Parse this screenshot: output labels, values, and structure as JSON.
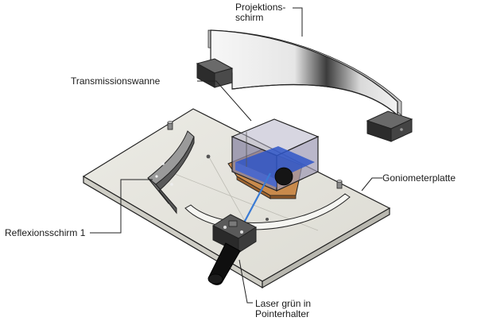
{
  "labels": {
    "projektionsschirm": {
      "line1": "Projektions-",
      "line2": "schirm"
    },
    "transmissionswanne": "Transmissionswanne",
    "goniometerplatte": "Goniometerplatte",
    "reflexionsschirm": "Reflexionsschirm 1",
    "laser": {
      "line1": "Laser grün in",
      "line2": "Pointerhalter"
    }
  },
  "colors": {
    "plate_top": "#e4e3dc",
    "plate_edge": "#c9c8c0",
    "tank_glass": "#8a86a3",
    "water": "#2f56c8",
    "wood": "#c98a4c",
    "laser_beam": "#3a7bd5",
    "outline": "#222222"
  }
}
